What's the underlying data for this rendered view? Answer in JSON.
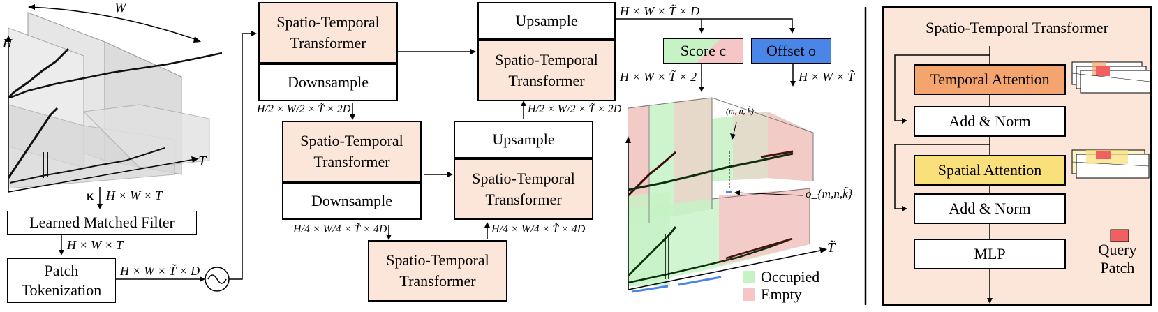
{
  "left": {
    "axis_w": "W",
    "axis_h": "H",
    "axis_t": "T",
    "kappa": "κ",
    "dim1": "H × W × T",
    "matched_filter": "Learned Matched Filter",
    "dim2": "H × W × T",
    "patch_tokenization": [
      "Patch",
      "Tokenization"
    ],
    "dim3": "H × W × T̃ × D"
  },
  "unet": {
    "stt": [
      "Spatio-Temporal",
      "Transformer"
    ],
    "downsample": "Downsample",
    "upsample": "Upsample",
    "dim_half": "H/2 × W/2 × T̃ × 2D",
    "dim_quarter": "H/4 × W/4 × T̃ × 4D",
    "dim_up_half": "H/2 × W/2 × T̃ × 2D",
    "dim_up_quarter": "H/4 × W/4 × T̃ × 4D",
    "dim_out": "H × W × T̃ × D"
  },
  "heads": {
    "score": "Score c",
    "offset": "Offset o",
    "dim_score": "H × W × T̃ × 2",
    "dim_offset": "H × W × T̃",
    "axis_t": "T̃",
    "mnk_label": "(m, n, k̃)",
    "offset_label": "o_{m,n,k̃}",
    "legend": [
      {
        "label": "Occupied",
        "color": "#c6f2c6"
      },
      {
        "label": "Empty",
        "color": "#f6c6c6"
      }
    ]
  },
  "panel": {
    "title": "Spatio-Temporal  Transformer",
    "temporal_attention": "Temporal Attention",
    "add_norm_1": "Add & Norm",
    "spatial_attention": "Spatial Attention",
    "add_norm_2": "Add & Norm",
    "mlp": "MLP",
    "query_patch": [
      "Query",
      "Patch"
    ]
  },
  "colors": {
    "peach": "#fce6d9",
    "score_green": "#c6f2c6",
    "score_red": "#f6c6c6",
    "offset_blue": "#4a86e8",
    "temporal_orange": "#f4a46e",
    "spatial_yellow": "#f9e07a",
    "query_red": "#f06060"
  }
}
